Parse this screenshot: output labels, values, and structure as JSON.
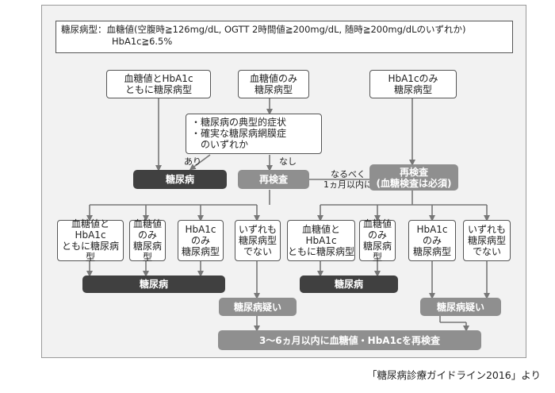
{
  "criteria": {
    "line1": "糖尿病型：血糖値(空腹時≧126mg/dL, OGTT 2時間値≧200mg/dL, 随時≧200mg/dLのいずれか)",
    "line2": "HbA1c≧6.5%"
  },
  "top_boxes": {
    "both": "血糖値とHbA1c\nともに糖尿病型",
    "glucose_only": "血糖値のみ\n糖尿病型",
    "hba1c_only": "HbA1cのみ\n糖尿病型"
  },
  "symptoms": {
    "item1": "糖尿病の典型的症状",
    "item2": "確実な糖尿病網膜症",
    "item3": "のいずれか",
    "bullet": "・"
  },
  "labels": {
    "yes": "あり",
    "no": "なし",
    "within_month": "なるべく\n1ヵ月以内に"
  },
  "diagnosis_top": "糖尿病",
  "retest_left": "再検査",
  "retest_right": "再検査\n(血糖検査は必須)",
  "left_results": {
    "both": "血糖値と\nHbA1c\nともに糖尿病型",
    "glucose": "血糖値\nのみ\n糖尿病型",
    "hba1c": "HbA1c\nのみ\n糖尿病型",
    "neither": "いずれも\n糖尿病型\nでない"
  },
  "right_results": {
    "both": "血糖値と\nHbA1c\nともに糖尿病型",
    "glucose": "血糖値\nのみ\n糖尿病型",
    "hba1c": "HbA1c\nのみ\n糖尿病型",
    "neither": "いずれも\n糖尿病型\nでない"
  },
  "diagnosis_left": "糖尿病",
  "diagnosis_right": "糖尿病",
  "suspect_left": "糖尿病疑い",
  "suspect_right": "糖尿病疑い",
  "final_retest": "3〜6ヵ月以内に血糖値・HbA1cを再検査",
  "source": "「糖尿病診療ガイドライン2016」より",
  "colors": {
    "dark_box": "#404040",
    "gray_box": "#8f8f8f",
    "frame_bg": "#f2f2f2"
  }
}
